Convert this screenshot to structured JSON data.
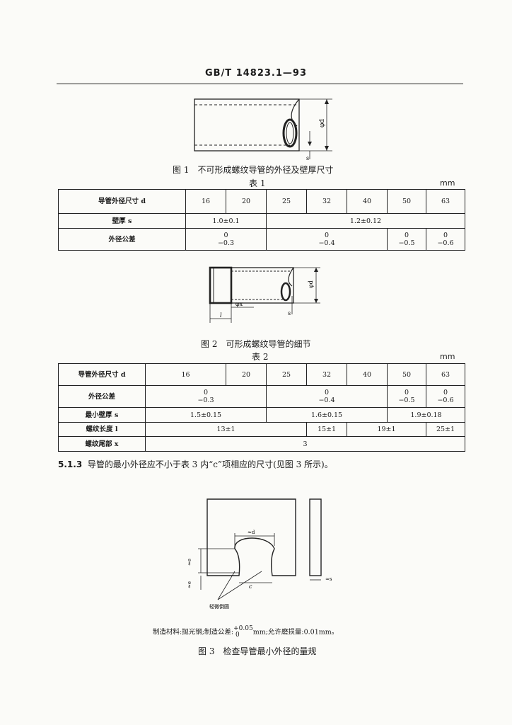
{
  "header": {
    "code": "GB/T 14823.1—93"
  },
  "fig1": {
    "caption": "图 1　不可形成螺纹导管的外径及壁厚尺寸",
    "label_d": "φd",
    "label_s": "s"
  },
  "table1": {
    "title": "表 1",
    "unit": "mm",
    "row_labels": [
      "导管外径尺寸 d",
      "壁厚 s",
      "外径公差"
    ],
    "diameters": [
      "16",
      "20",
      "25",
      "32",
      "40",
      "50",
      "63"
    ],
    "wall": [
      "1.0±0.1",
      "1.2±0.12"
    ],
    "tol": [
      {
        "upper": "0",
        "lower": "−0.3"
      },
      {
        "upper": "0",
        "lower": "−0.4"
      },
      {
        "upper": "0",
        "lower": "−0.5"
      },
      {
        "upper": "0",
        "lower": "−0.6"
      }
    ]
  },
  "fig2": {
    "caption": "图 2　可形成螺纹导管的细节",
    "label_d": "φd",
    "label_x": "φx",
    "label_l": "l",
    "label_s": "s"
  },
  "table2": {
    "title": "表 2",
    "unit": "mm",
    "row_labels": [
      "导管外径尺寸 d",
      "外径公差",
      "最小壁厚 s",
      "螺纹长度 l",
      "螺纹尾部 x"
    ],
    "diameters": [
      "16",
      "20",
      "25",
      "32",
      "40",
      "50",
      "63"
    ],
    "tol": [
      {
        "upper": "0",
        "lower": "−0.3"
      },
      {
        "upper": "0",
        "lower": "−0.4"
      },
      {
        "upper": "0",
        "lower": "−0.5"
      },
      {
        "upper": "0",
        "lower": "−0.6"
      }
    ],
    "wall": [
      "1.5±0.15",
      "1.6±0.15",
      "1.9±0.18"
    ],
    "thread_len": [
      "13±1",
      "15±1",
      "19±1",
      "25±1"
    ],
    "thread_tail": "3"
  },
  "clause": {
    "number": "5.1.3",
    "text": "导管的最小外径应不小于表 3 内“c”项相应的尺寸(见图 3 所示)。"
  },
  "fig3": {
    "label_top": "≈d",
    "label_e": "≈e",
    "label_c": "c",
    "label_s": "≈s",
    "label_edge": "轻微倒圆",
    "note_prefix": "制造材料:抛光钢;制造公差:",
    "note_tol_upper": "+0.05",
    "note_tol_lower": "0",
    "note_suffix": "mm;允许磨损量:0.01mm。",
    "caption": "图 3　检查导管最小外径的量规"
  }
}
